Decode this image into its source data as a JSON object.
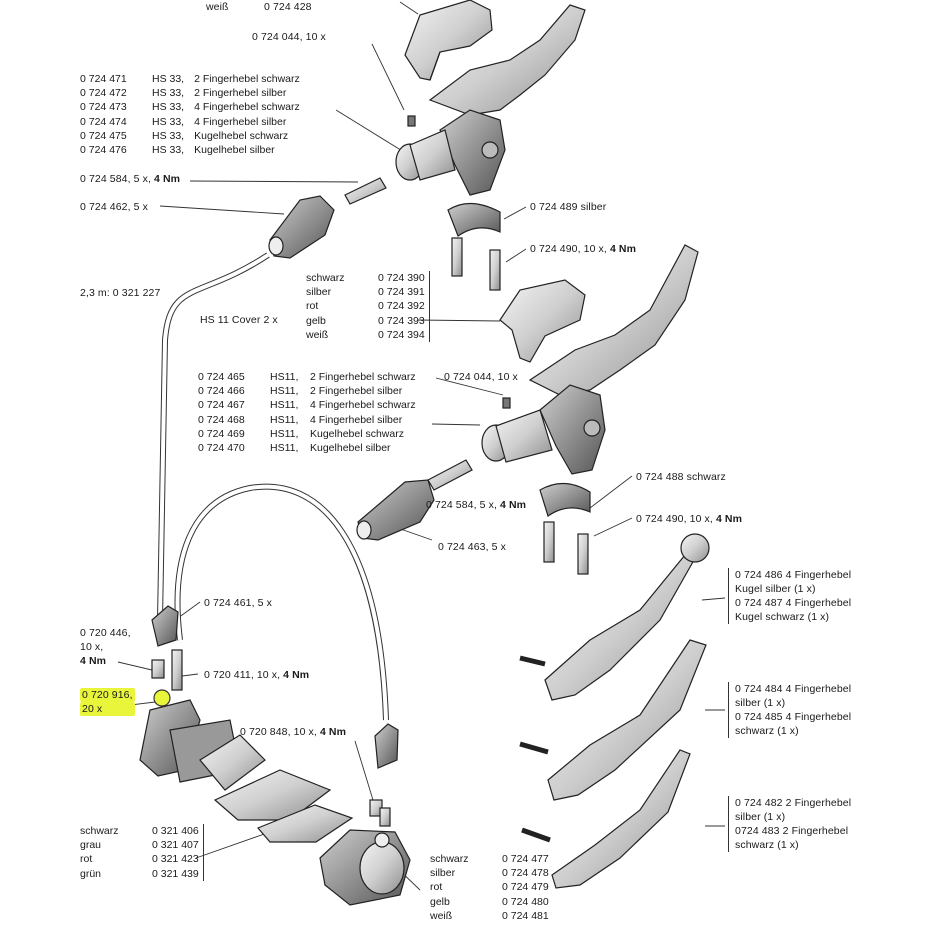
{
  "labels": {
    "top_weiss": "weiß",
    "top_weiss_num": "0 724 428",
    "screw_top": "0 724 044, 10 x",
    "adapter_top_a": "0 724 584, 5 x,",
    "adapter_top_b": "4 Nm",
    "cover_top": "0 724 462, 5 x",
    "clamp_top": "0 724 489 silber",
    "bolt_top_a": "0 724 490, 10 x,",
    "bolt_top_b": "4 Nm",
    "hose_len": "2,3 m: 0 321 227",
    "hs11_cover": "HS 11 Cover 2 x",
    "screw_mid": "0 724 044, 10 x",
    "clamp_mid": "0 724 488 schwarz",
    "adapter_mid_a": "0 724 584, 5 x,",
    "adapter_mid_b": "4 Nm",
    "bolt_mid_a": "0 724 490, 10 x,",
    "bolt_mid_b": "4 Nm",
    "cover_mid": "0 724 463, 5 x",
    "cap_461": "0 724 461, 5 x",
    "part_446_line1": "0 720 446,",
    "part_446_line2": "10 x,",
    "part_446_line3": "4 Nm",
    "part_411_a": "0 720 411, 10 x,",
    "part_411_b": "4 Nm",
    "part_916_line1": "0 720 916,",
    "part_916_line2": "20 x",
    "part_848_a": "0 720 848, 10 x,",
    "part_848_b": "4 Nm"
  },
  "hs33_list": [
    [
      "0 724 471",
      "HS 33,",
      "2 Fingerhebel schwarz"
    ],
    [
      "0 724 472",
      "HS 33,",
      "2 Fingerhebel silber"
    ],
    [
      "0 724 473",
      "HS 33,",
      "4 Fingerhebel schwarz"
    ],
    [
      "0 724 474",
      "HS 33,",
      "4 Fingerhebel silber"
    ],
    [
      "0 724 475",
      "HS 33,",
      "Kugelhebel schwarz"
    ],
    [
      "0 724 476",
      "HS 33,",
      "Kugelhebel silber"
    ]
  ],
  "hs11_cover_colors": [
    [
      "schwarz",
      "0 724 390"
    ],
    [
      "silber",
      "0 724 391"
    ],
    [
      "rot",
      "0 724 392"
    ],
    [
      "gelb",
      "0 724 393"
    ],
    [
      "weiß",
      "0 724 394"
    ]
  ],
  "hs11_list": [
    [
      "0 724 465",
      "HS11,",
      "2 Fingerhebel schwarz"
    ],
    [
      "0 724 466",
      "HS11,",
      "2 Fingerhebel silber"
    ],
    [
      "0 724 467",
      "HS11,",
      "4 Fingerhebel schwarz"
    ],
    [
      "0 724 468",
      "HS11,",
      "4 Fingerhebel silber"
    ],
    [
      "0 724 469",
      "HS11,",
      "Kugelhebel schwarz"
    ],
    [
      "0 724 470",
      "HS11,",
      "Kugelhebel silber"
    ]
  ],
  "lever_kugel": [
    "0 724 486  4 Fingerhebel",
    "Kugel silber (1 x)",
    "0 724 487  4 Fingerhebel",
    "Kugel schwarz (1 x)"
  ],
  "lever_4finger": [
    "0 724 484  4 Fingerhebel",
    "silber (1 x)",
    "0 724 485  4 Fingerhebel",
    "schwarz (1 x)"
  ],
  "lever_2finger": [
    "0 724 482  2 Fingerhebel",
    "silber (1 x)",
    "0724 483  2 Fingerhebel",
    "schwarz (1 x)"
  ],
  "brake_pads": [
    [
      "schwarz",
      "0 321 406"
    ],
    [
      "grau",
      "0 321 407"
    ],
    [
      "rot",
      "0 321 423"
    ],
    [
      "grün",
      "0 321 439"
    ]
  ],
  "caliper_colors": [
    [
      "schwarz",
      "0 724 477"
    ],
    [
      "silber",
      "0 724 478"
    ],
    [
      "rot",
      "0 724 479"
    ],
    [
      "gelb",
      "0 724 480"
    ],
    [
      "weiß",
      "0 724 481"
    ]
  ],
  "colors": {
    "line": "#222222",
    "part_fill": "#e6e6e6",
    "part_dark": "#9a9a9a",
    "highlight": "#e8f53a"
  }
}
